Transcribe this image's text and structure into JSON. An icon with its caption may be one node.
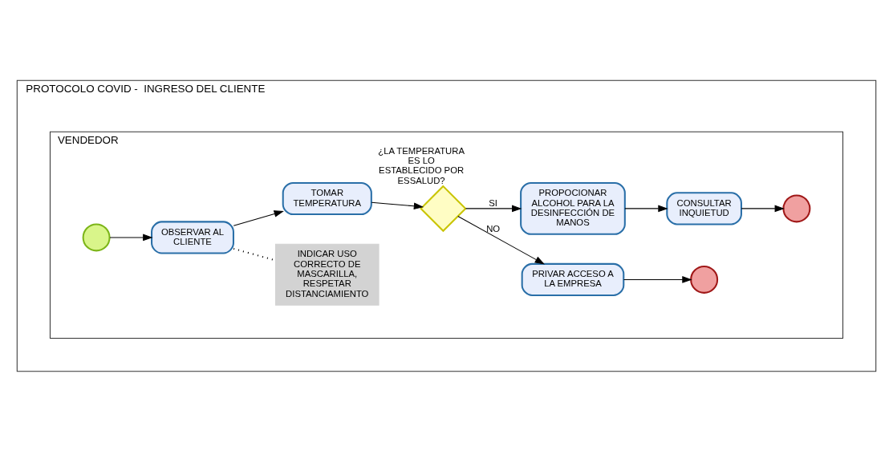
{
  "diagram": {
    "nodes": [
      {
        "text": [
          "PROTOCOLO COVID -  INGRESO DEL CLIENTE"
        ]
      },
      {
        "text": [
          "VENDEDOR"
        ],
        "in": 0
      },
      {
        "text": [],
        "shape": "circle",
        "in": 1
      },
      {
        "text": [
          "OBSERVAR AL CLIENTE"
        ],
        "in": 1
      },
      {
        "text": [
          "INDICAR USO CORRECTO DE MASCARILLA, RESPETAR DISTANCIAMIENTO"
        ],
        "in": 1
      },
      {
        "text": [
          "TOMAR TEMPERATURA"
        ],
        "in": 1
      },
      {
        "text": [],
        "shape": "diamond",
        "beside": [
          "¿LA TEMPERATURA ES LO ESTABLECIDO POR ESSALUD?"
        ],
        "in": 1
      },
      {
        "text": [
          "PRIVAR ACCESO A LA EMPRESA"
        ],
        "in": 1
      },
      {
        "text": [],
        "shape": "circle",
        "in": 1
      },
      {
        "text": [
          "PROPOCIONAR ALCOHOL PARA LA DESINFECCIÓN DE MANOS"
        ],
        "in": 1
      },
      {
        "text": [
          "CONSULTAR INQUIETUD"
        ],
        "in": 1
      },
      {
        "text": [],
        "shape": "circle",
        "in": 1
      }
    ],
    "edges": [
      {
        "from": 2,
        "to": 3,
        "arrow": "to"
      },
      {
        "from": 3,
        "to": 4,
        "arrow": "none",
        "style": "dashed"
      },
      {
        "from": 3,
        "to": 5,
        "arrow": "to"
      },
      {
        "from": 5,
        "to": 6,
        "arrow": "to"
      },
      {
        "from": 6,
        "to": 7,
        "arrow": "to",
        "label": "NO"
      },
      {
        "from": 7,
        "to": 8,
        "arrow": "to"
      },
      {
        "from": 6,
        "to": 9,
        "arrow": "to",
        "label": "SI"
      },
      {
        "from": 9,
        "to": 10,
        "arrow": "to"
      },
      {
        "from": 10,
        "to": 11,
        "arrow": "to"
      }
    ]
  }
}
